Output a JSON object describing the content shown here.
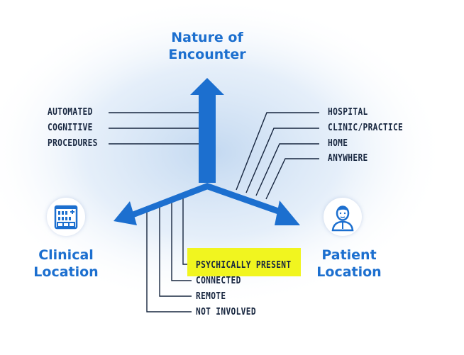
{
  "axes": {
    "nature": {
      "title_line1": "Nature of",
      "title_line2": "Encounter"
    },
    "clinical": {
      "title_line1": "Clinical",
      "title_line2": "Location"
    },
    "patient": {
      "title_line1": "Patient",
      "title_line2": "Location"
    }
  },
  "nature_items": [
    "AUTOMATED",
    "COGNITIVE",
    "PROCEDURES"
  ],
  "patient_items": [
    "HOSPITAL",
    "CLINIC/PRACTICE",
    "HOME",
    "ANYWHERE"
  ],
  "clinical_items": [
    "PSYCHICALLY PRESENT",
    "CONNECTED",
    "REMOTE",
    "NOT INVOLVED"
  ],
  "highlighted_item": "PSYCHICALLY PRESENT",
  "icons": {
    "clinical": "hospital-building-icon",
    "patient": "patient-person-icon"
  },
  "colors": {
    "arrow": "#1c6fcf",
    "title": "#1c6fcf",
    "text": "#17263f",
    "highlight": "#f1f51f",
    "icon": "#1c6fcf"
  }
}
